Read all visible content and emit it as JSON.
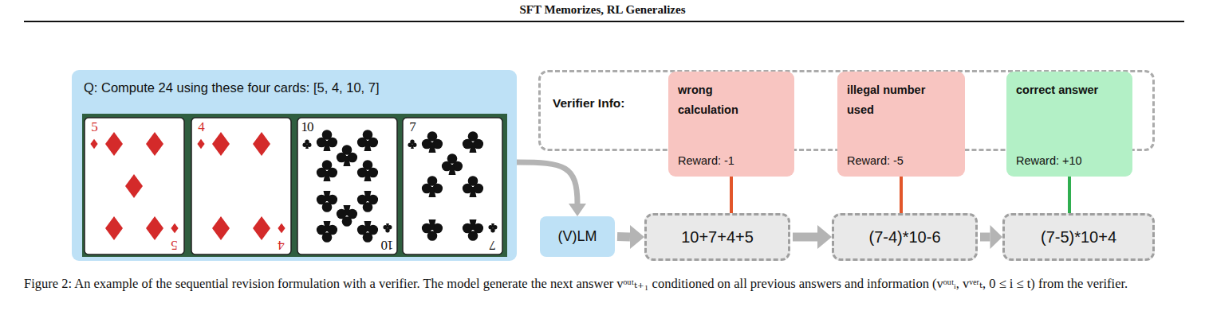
{
  "diagram": {
    "title": "SFT Memorizes, RL Generalizes",
    "caption": "Figure 2: An example of the sequential revision formulation with a verifier. The model generate the next answer vᵒᵘᵗₜ₊₁ conditioned on all previous answers and information (vᵒᵘᵗᵢ, vᵛᵉʳₜ, 0 ≤ i ≤ t) from the verifier.",
    "nodes": [
      {
        "text": [
          "Q: Compute 24 using these four cards: [5, 4, 10, 7]"
        ]
      },
      {
        "text": [
          "Verifier Info:"
        ]
      },
      {
        "text": [
          "wrong calculation",
          "Reward: -1"
        ]
      },
      {
        "text": [
          "illegal number used",
          "Reward: -5"
        ]
      },
      {
        "text": [
          "correct answer",
          "Reward: +10"
        ]
      },
      {
        "text": [
          "(V)LM"
        ]
      },
      {
        "text": [
          "10+7+4+5"
        ]
      },
      {
        "text": [
          "(7-4)*10-6"
        ]
      },
      {
        "text": [
          "(7-5)*10+4"
        ]
      }
    ],
    "edges": [
      {
        "from": 0,
        "to": 5,
        "arrow": "to"
      },
      {
        "from": 5,
        "to": 6,
        "arrow": "to"
      },
      {
        "from": 6,
        "to": 7,
        "arrow": "to"
      },
      {
        "from": 7,
        "to": 8,
        "arrow": "to"
      },
      {
        "from": 2,
        "to": 6,
        "arrow": "none"
      },
      {
        "from": 3,
        "to": 7,
        "arrow": "none"
      },
      {
        "from": 4,
        "to": 8,
        "arrow": "none"
      }
    ],
    "labels": [
      "5",
      "5",
      "4",
      "4",
      "10",
      "10",
      "7",
      "7"
    ]
  }
}
